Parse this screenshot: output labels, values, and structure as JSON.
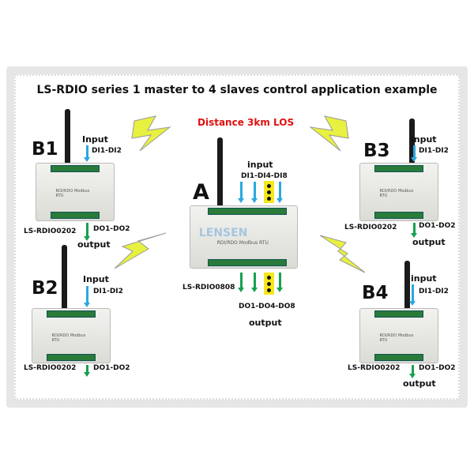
{
  "title": "LS-RDIO series 1 master to 4 slaves control application example",
  "distance": "Distance 3km LOS",
  "master": {
    "label": "A",
    "model": "LS-RDIO0808",
    "input": "input",
    "inputs": "DI1-DI4-DI8",
    "outputs": "DO1-DO4-DO8",
    "output": "output",
    "device_text": "RDI/RDO Modbus RTU",
    "logo": "LENSEN"
  },
  "slaves": [
    {
      "label": "B1",
      "model": "LS-RDIO0202",
      "input": "Input",
      "inputs": "DI1-DI2",
      "outputs": "DO1-DO2",
      "output": "output"
    },
    {
      "label": "B2",
      "model": "LS-RDIO0202",
      "input": "Input",
      "inputs": "DI1-DI2",
      "outputs": "DO1-DO2"
    },
    {
      "label": "B3",
      "model": "LS-RDIO0202",
      "input": "input",
      "inputs": "DI1-DI2",
      "outputs": "DO1-DO2",
      "output": "output"
    },
    {
      "label": "B4",
      "model": "LS-RDIO0202",
      "input": "input",
      "inputs": "DI1-DI2",
      "outputs": "DO1-DO2",
      "output": "output"
    }
  ],
  "slave_device_text": "RDI/RDO Modbus RTU",
  "colors": {
    "input_arrow": "#2aa8e0",
    "output_arrow": "#18a050",
    "distance": "#e01010",
    "bolt": "#e8f040"
  }
}
